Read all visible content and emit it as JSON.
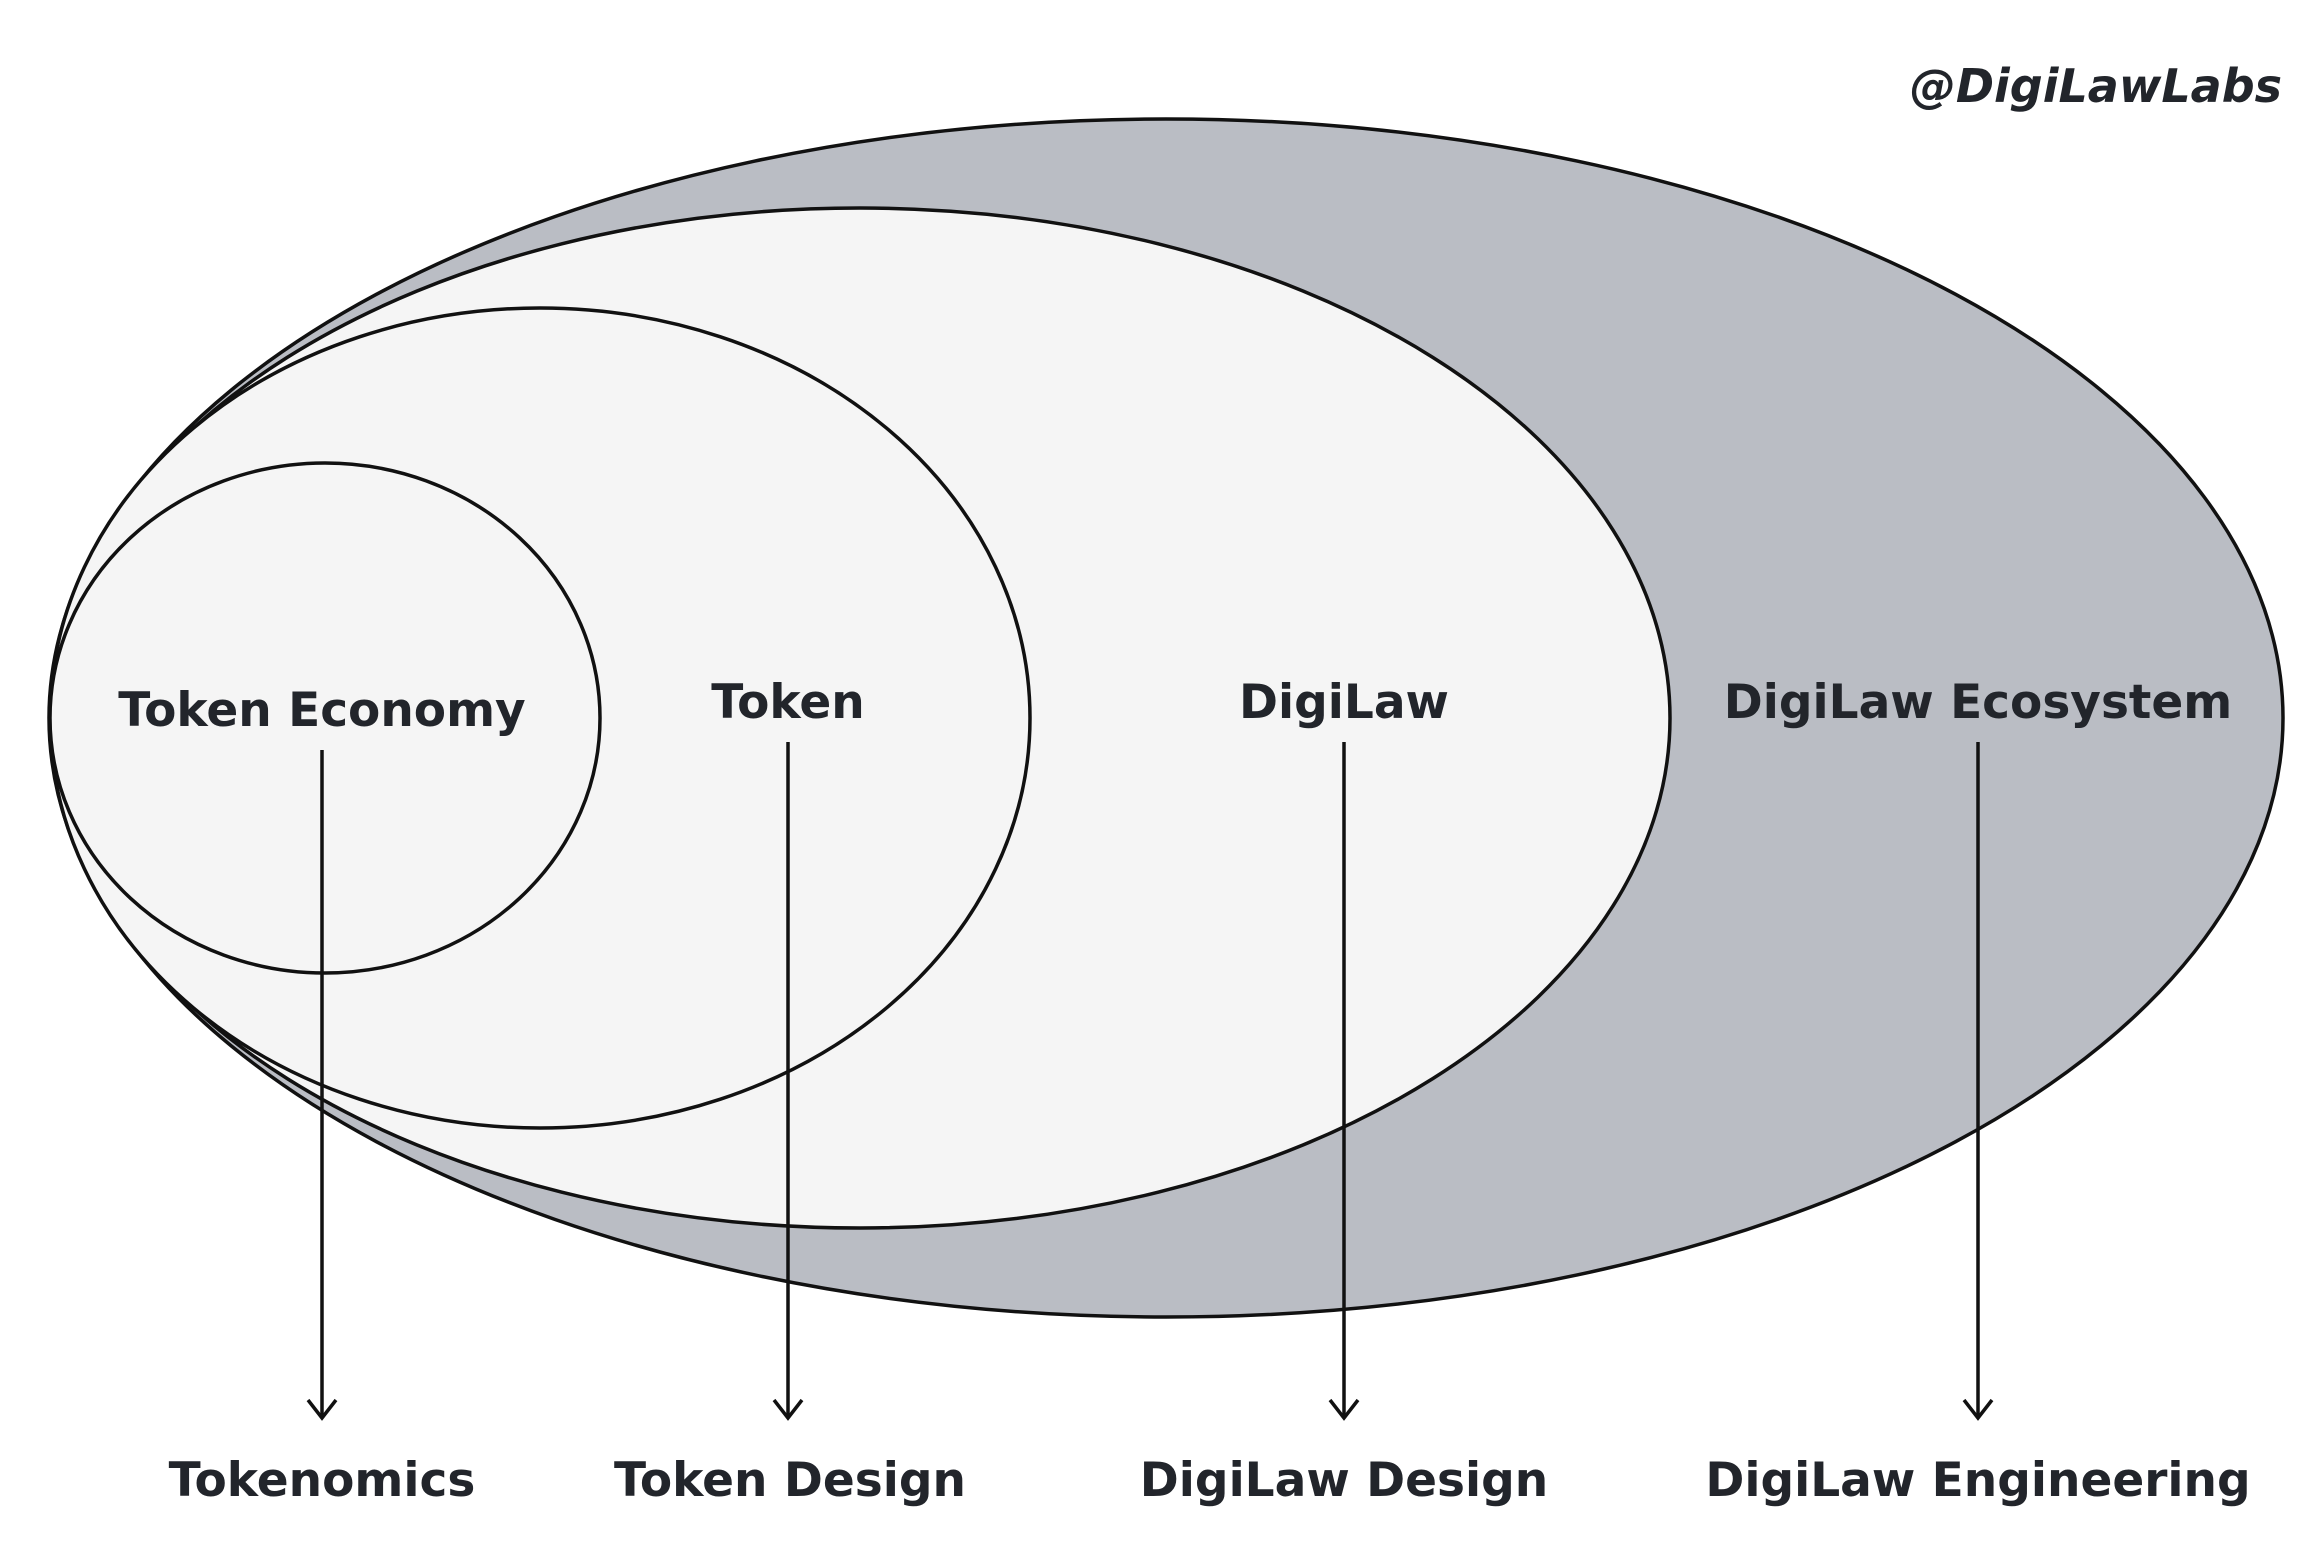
{
  "watermark": "@DigiLawLabs",
  "colors": {
    "outer_fill": "#babdc4",
    "inner_fill": "#f5f5f5",
    "stroke": "#111111",
    "text": "#22252b"
  },
  "regions": [
    {
      "label": "DigiLaw Ecosystem",
      "discipline": "DigiLaw Engineering"
    },
    {
      "label": "DigiLaw",
      "discipline": "DigiLaw Design"
    },
    {
      "label": "Token",
      "discipline": "Token Design"
    },
    {
      "label": "Token Economy",
      "discipline": "Tokenomics"
    }
  ]
}
